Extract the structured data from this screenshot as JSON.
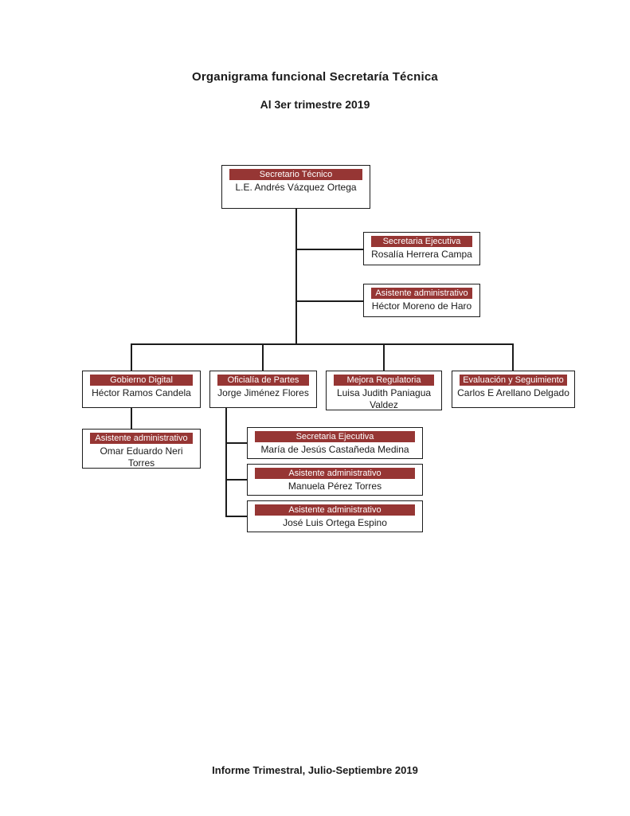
{
  "page": {
    "title": "Organigrama funcional Secretaría Técnica",
    "subtitle": "Al 3er trimestre 2019",
    "footer": "Informe Trimestral, Julio-Septiembre 2019"
  },
  "colors": {
    "header_bar": "#963634",
    "header_bar_text": "#ffffff",
    "box_border": "#1c1c1c",
    "connector_line": "#1c1c1c",
    "page_background": "#ffffff"
  },
  "org": {
    "root": {
      "title": "Secretario Técnico",
      "name": "L.E. Andrés Vázquez Ortega"
    },
    "staff": [
      {
        "title": "Secretaria Ejecutiva",
        "name": "Rosalía Herrera Campa"
      },
      {
        "title": "Asistente administrativo",
        "name": "Héctor Moreno de Haro"
      }
    ],
    "departments": [
      {
        "title": "Gobierno Digital",
        "name": "Héctor Ramos Candela"
      },
      {
        "title": "Oficialía de Partes",
        "name": "Jorge Jiménez Flores"
      },
      {
        "title": "Mejora Regulatoria",
        "name": "Luisa Judith Paniagua Valdez"
      },
      {
        "title": "Evaluación y Seguimiento",
        "name": "Carlos E Arellano Delgado"
      }
    ],
    "gobierno_digital_staff": [
      {
        "title": "Asistente administrativo",
        "name": "Omar Eduardo Neri Torres"
      }
    ],
    "oficialia_staff": [
      {
        "title": "Secretaria Ejecutiva",
        "name": "María de Jesús Castañeda Medina"
      },
      {
        "title": "Asistente administrativo",
        "name": "Manuela Pérez Torres"
      },
      {
        "title": "Asistente administrativo",
        "name": "José Luis Ortega Espino"
      }
    ]
  }
}
